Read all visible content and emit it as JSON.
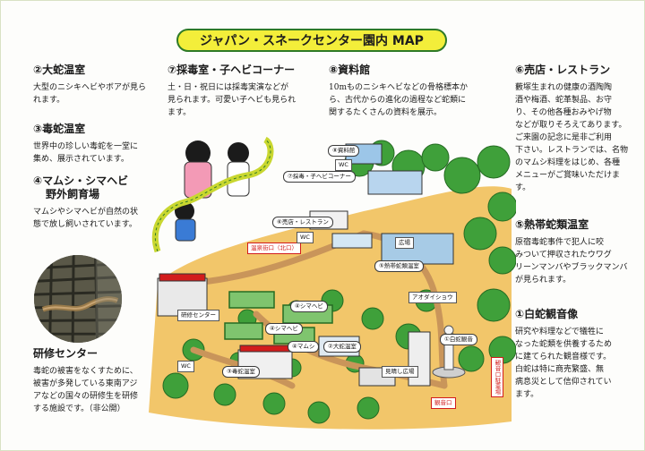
{
  "title": "ジャパン・スネークセンター園内 MAP",
  "sections": {
    "big_snake": {
      "title": "②大蛇温室",
      "body": [
        "大型のニシキヘビやボアが見ら",
        "れます。"
      ]
    },
    "venom_snake": {
      "title": "③毒蛇温室",
      "body": [
        "世界中の珍しい毒蛇を一堂に",
        "集め、展示されています。"
      ]
    },
    "mamushi": {
      "title_lines": [
        "④マムシ・シマヘビ",
        "野外飼育場"
      ],
      "body": [
        "マムシやシマヘビが自然の状",
        "態で放し飼いされています。"
      ]
    },
    "training": {
      "title": "研修センター",
      "body": [
        "毒蛇の被害をなくすために、",
        "被害が多発している東南アジ",
        "アなどの国々の研修生を研修",
        "する施設です。（非公開）"
      ]
    },
    "venom_collection": {
      "title": "⑦採毒室・子ヘビコーナー",
      "body": [
        "土・日・祝日には採毒実演などが",
        "見られます。可愛い子ヘビも見られ",
        "ます。"
      ]
    },
    "archive": {
      "title": "⑧資料館",
      "body": [
        "10mものニシキヘビなどの骨格標本か",
        "ら、古代からの進化の過程など蛇類に",
        "関するたくさんの資料を展示。"
      ]
    },
    "shop": {
      "title": "⑥売店・レストラン",
      "body": [
        "藪塚生まれの健康の酒陶陶",
        "酒や梅酒、蛇革製品、お守",
        "り、その他各種おみやげ物",
        "などが取りそろえてあります。",
        "ご来園の記念に是非ご利用",
        "下さい。レストランでは、名物",
        "のマムシ料理をはじめ、各種",
        "メニューがご賞味いただけま",
        "す。"
      ]
    },
    "tropical": {
      "title": "⑤熱帯蛇類温室",
      "body": [
        "原宿毒蛇事件で犯人に咬",
        "みついて押収されたウワグ",
        "リーンマンバやブラックマンバ",
        "が見られます。"
      ]
    },
    "kannon": {
      "title": "①白蛇観音像",
      "body": [
        "研究や料理などで犠牲に",
        "なった蛇類を供養するため",
        "に建てられた観音様です。",
        "白蛇は特に商売繁盛、無",
        "病息災として信仰されてい",
        "ます。"
      ]
    }
  },
  "map": {
    "labels": {
      "archive": "⑧資料館",
      "wc_top": "WC",
      "venom_room": "⑦採毒・子ヘビコーナー",
      "shop": "⑥売店・レストラン",
      "wc_mid": "WC",
      "tropical": "⑤熱帯蛇類温室",
      "plaza": "広場",
      "aodaisho": "アオダイショウ",
      "shimahebi_a": "④シマヘビ",
      "training": "研修センター",
      "shimahebi_b": "④シマヘビ",
      "mamushi": "④マムシ",
      "big_snake": "②大蛇温室",
      "wc_bottom": "WC",
      "venom": "③毒蛇温室",
      "kannon": "①白蛇観音",
      "view_plaza": "見晴し広場",
      "hot_spring_gate": "温泉街口（北口）",
      "gate_south": "観音口",
      "parking": "観音口駐車場"
    }
  },
  "colors": {
    "title_band": "#f3ee3a",
    "title_border": "#2e7a27",
    "tree_green": "#3fa03a",
    "ground": "#f2c66a",
    "path": "#c9955a",
    "gate_red": "#d21c1c"
  }
}
